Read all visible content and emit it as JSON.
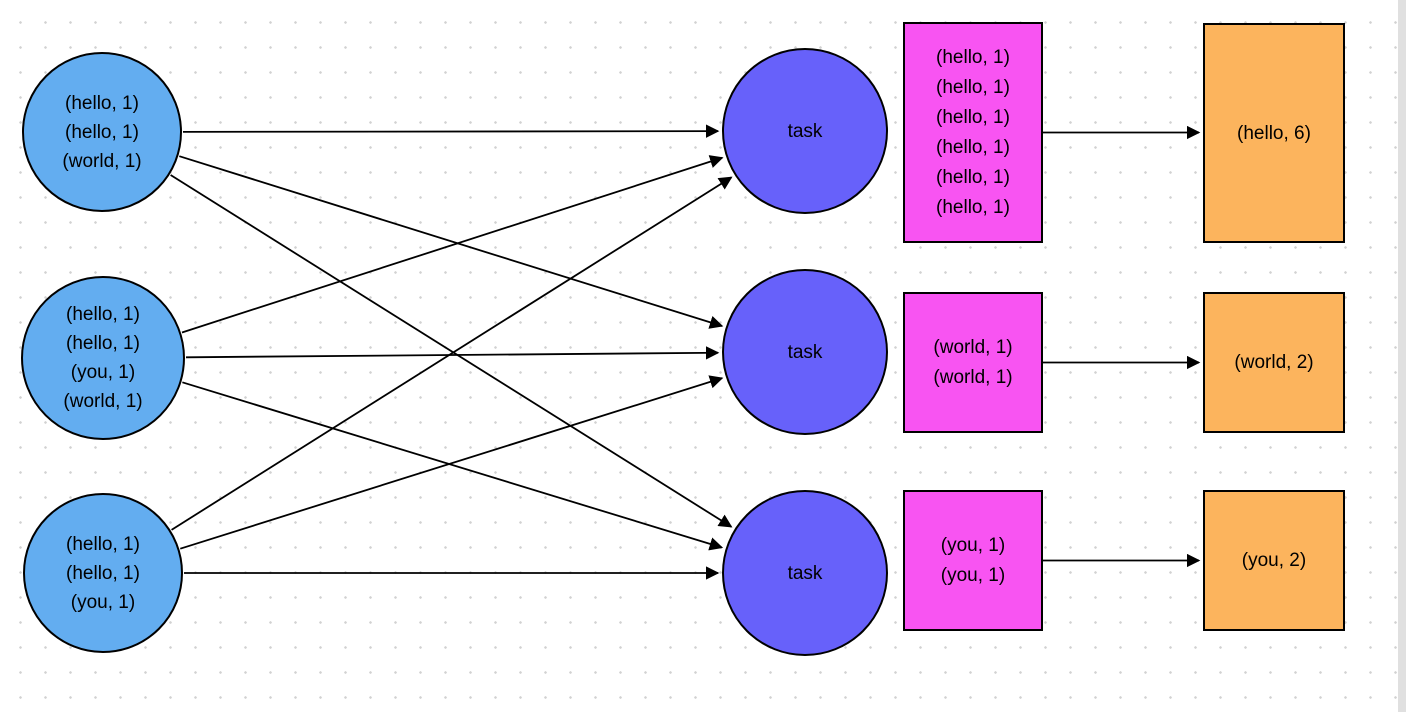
{
  "diagram": {
    "type": "mapreduce-shuffle-diagram",
    "mappers": [
      {
        "lines": [
          "(hello, 1)",
          "(hello, 1)",
          "(world, 1)"
        ]
      },
      {
        "lines": [
          "(hello, 1)",
          "(hello, 1)",
          "(you, 1)",
          "(world, 1)"
        ]
      },
      {
        "lines": [
          "(hello, 1)",
          "(hello, 1)",
          "(you, 1)"
        ]
      }
    ],
    "tasks": [
      {
        "label": "task"
      },
      {
        "label": "task"
      },
      {
        "label": "task"
      }
    ],
    "shuffle_groups": [
      {
        "lines": [
          "(hello, 1)",
          "(hello, 1)",
          "(hello, 1)",
          "(hello, 1)",
          "(hello, 1)",
          "(hello, 1)"
        ]
      },
      {
        "lines": [
          "(world, 1)",
          "(world, 1)"
        ]
      },
      {
        "lines": [
          "(you, 1)",
          "(you, 1)"
        ]
      }
    ],
    "results": [
      {
        "label": "(hello, 6)"
      },
      {
        "label": "(world, 2)"
      },
      {
        "label": "(you, 2)"
      }
    ],
    "edges": {
      "mapper_to_task": [
        [
          0,
          0
        ],
        [
          0,
          1
        ],
        [
          0,
          2
        ],
        [
          1,
          0
        ],
        [
          1,
          1
        ],
        [
          1,
          2
        ],
        [
          2,
          0
        ],
        [
          2,
          1
        ],
        [
          2,
          2
        ]
      ],
      "group_to_result": [
        [
          0,
          0
        ],
        [
          1,
          1
        ],
        [
          2,
          2
        ]
      ]
    },
    "colors": {
      "mapper_fill": "#63ADF0",
      "task_fill": "#6761FA",
      "group_fill": "#F854F2",
      "result_fill": "#FCB45D",
      "stroke": "#000000",
      "background_dot": "#d2d2d2",
      "window_edge": "#e0e0e0"
    }
  }
}
